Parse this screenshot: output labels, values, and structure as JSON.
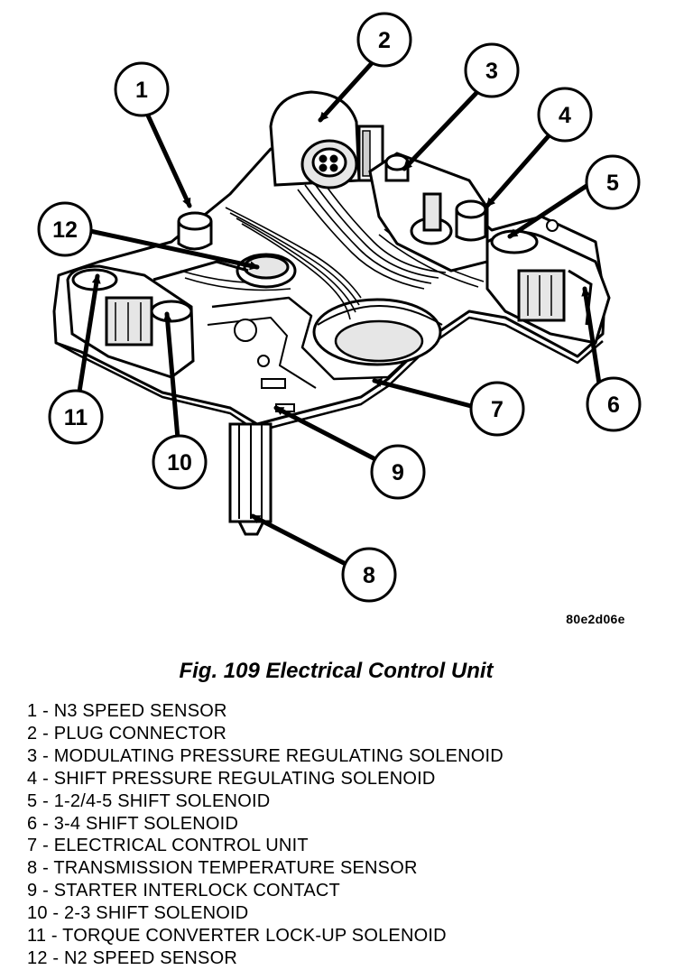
{
  "figure": {
    "image_id": "80e2d06e",
    "caption": "Fig. 109 Electrical Control Unit"
  },
  "callouts": [
    {
      "number": "1"
    },
    {
      "number": "2"
    },
    {
      "number": "3"
    },
    {
      "number": "4"
    },
    {
      "number": "5"
    },
    {
      "number": "6"
    },
    {
      "number": "7"
    },
    {
      "number": "8"
    },
    {
      "number": "9"
    },
    {
      "number": "10"
    },
    {
      "number": "11"
    },
    {
      "number": "12"
    }
  ],
  "legend": [
    "1 - N3 SPEED SENSOR",
    "2 - PLUG CONNECTOR",
    "3 - MODULATING PRESSURE REGULATING SOLENOID",
    "4 - SHIFT PRESSURE REGULATING SOLENOID",
    "5 - 1-2/4-5 SHIFT SOLENOID",
    "6 - 3-4 SHIFT SOLENOID",
    "7 - ELECTRICAL CONTROL UNIT",
    "8 - TRANSMISSION TEMPERATURE SENSOR",
    "9 - STARTER INTERLOCK CONTACT",
    "10 - 2-3 SHIFT SOLENOID",
    "11 - TORQUE CONVERTER LOCK-UP SOLENOID",
    "12 - N2 SPEED SENSOR"
  ]
}
